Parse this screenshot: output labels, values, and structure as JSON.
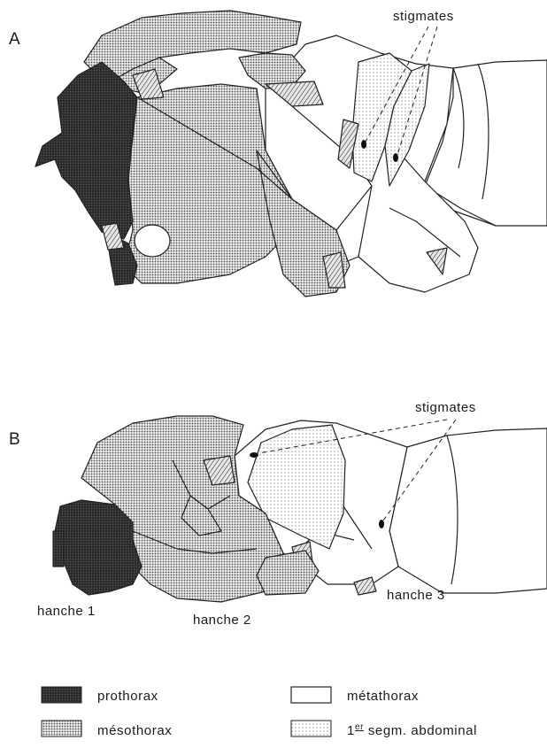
{
  "panels": {
    "a": {
      "letter": "A",
      "callout": "stigmates"
    },
    "b": {
      "letter": "B",
      "callout": "stigmates",
      "labels": {
        "hanche1": "hanche 1",
        "hanche2": "hanche 2",
        "hanche3": "hanche 3"
      }
    }
  },
  "legend": {
    "prothorax": {
      "label": "prothorax",
      "fill": "#2e2e2e"
    },
    "mesothorax": {
      "label": "mésothorax",
      "fill": "dense-dot"
    },
    "metathorax": {
      "label": "métathorax",
      "fill": "#ffffff"
    },
    "abdominal": {
      "base": "1",
      "superscript": "er",
      "rest": " segm. abdominal",
      "fill": "light-dot"
    }
  }
}
